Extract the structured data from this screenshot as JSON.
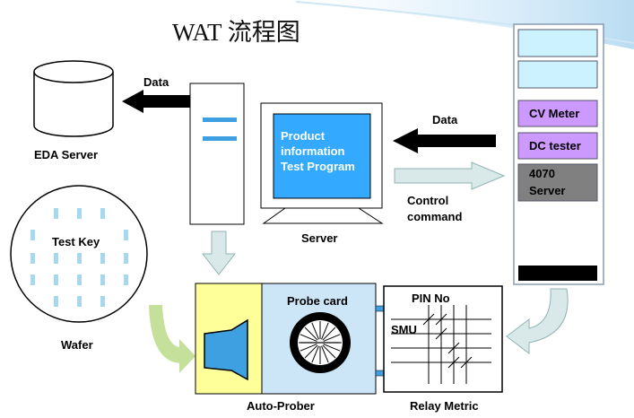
{
  "title": "WAT 流程图",
  "labels": {
    "data_left": "Data",
    "data_right": "Data",
    "eda_server": "EDA Server",
    "server": "Server",
    "control_line1": "Control",
    "control_line2": "command",
    "test_key": "Test Key",
    "wafer": "Wafer",
    "probe_card": "Probe card",
    "pin_no": "PIN No",
    "smu": "SMU",
    "auto_prober": "Auto-Prober",
    "relay_metric": "Relay Metric"
  },
  "monitor": {
    "line1": "Product",
    "line2": "information",
    "line3": "Test Program"
  },
  "rack": {
    "cv_meter": "CV Meter",
    "dc_tester": "DC tester",
    "server_4070_line1": "4070",
    "server_4070_line2": "Server"
  },
  "colors": {
    "rack_module": "#ccf2ff",
    "rack_instrument": "#cc99ff",
    "rack_4070": "#808080",
    "monitor_screen": "#33aaff",
    "prober_left": "#ffff99",
    "prober_right": "#cce5f7",
    "arrow_dark": "#000000",
    "arrow_light": "#d9e9e9",
    "arrow_green": "#c5e09b",
    "wafer_key": "#a6d8ee"
  }
}
